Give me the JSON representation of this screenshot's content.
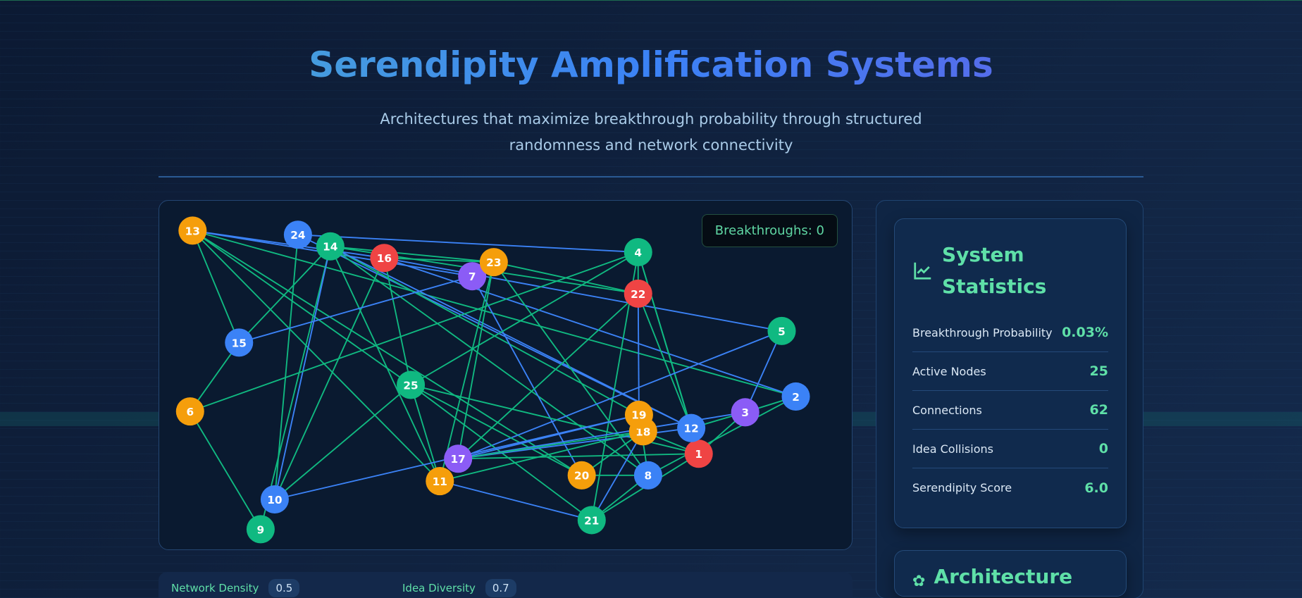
{
  "header": {
    "title": "Serendipity Amplification Systems",
    "subtitle": "Architectures that maximize breakthrough probability through structured randomness and network connectivity"
  },
  "network": {
    "breakthroughs_label": "Breakthroughs: 0",
    "colors": {
      "orange": "#f59e0b",
      "blue": "#3b82f6",
      "green": "#10b981",
      "red": "#ef4444",
      "purple": "#8b5cf6",
      "edge_green": "#10b981",
      "edge_blue": "#3b82f6"
    },
    "nodes": [
      {
        "id": "1",
        "color": "red"
      },
      {
        "id": "2",
        "color": "blue"
      },
      {
        "id": "3",
        "color": "purple"
      },
      {
        "id": "4",
        "color": "green"
      },
      {
        "id": "5",
        "color": "green"
      },
      {
        "id": "6",
        "color": "orange"
      },
      {
        "id": "7",
        "color": "purple"
      },
      {
        "id": "8",
        "color": "blue"
      },
      {
        "id": "9",
        "color": "green"
      },
      {
        "id": "10",
        "color": "blue"
      },
      {
        "id": "11",
        "color": "orange"
      },
      {
        "id": "12",
        "color": "blue"
      },
      {
        "id": "13",
        "color": "orange"
      },
      {
        "id": "14",
        "color": "green"
      },
      {
        "id": "15",
        "color": "blue"
      },
      {
        "id": "16",
        "color": "red"
      },
      {
        "id": "17",
        "color": "purple"
      },
      {
        "id": "18",
        "color": "orange"
      },
      {
        "id": "19",
        "color": "orange"
      },
      {
        "id": "20",
        "color": "orange"
      },
      {
        "id": "21",
        "color": "green"
      },
      {
        "id": "22",
        "color": "red"
      },
      {
        "id": "23",
        "color": "orange"
      },
      {
        "id": "24",
        "color": "blue"
      },
      {
        "id": "25",
        "color": "green"
      }
    ],
    "edges": [
      [
        "13",
        "15",
        "g"
      ],
      [
        "13",
        "25",
        "g"
      ],
      [
        "13",
        "20",
        "g"
      ],
      [
        "13",
        "2",
        "g"
      ],
      [
        "13",
        "11",
        "g"
      ],
      [
        "13",
        "16",
        "b"
      ],
      [
        "13",
        "7",
        "b"
      ],
      [
        "24",
        "4",
        "b"
      ],
      [
        "24",
        "12",
        "b"
      ],
      [
        "24",
        "10",
        "g"
      ],
      [
        "14",
        "15",
        "g"
      ],
      [
        "14",
        "9",
        "g"
      ],
      [
        "14",
        "10",
        "b"
      ],
      [
        "14",
        "11",
        "g"
      ],
      [
        "14",
        "8",
        "g"
      ],
      [
        "14",
        "23",
        "g"
      ],
      [
        "14",
        "22",
        "g"
      ],
      [
        "14",
        "19",
        "g"
      ],
      [
        "14",
        "12",
        "b"
      ],
      [
        "16",
        "25",
        "g"
      ],
      [
        "16",
        "10",
        "g"
      ],
      [
        "16",
        "23",
        "g"
      ],
      [
        "16",
        "5",
        "b"
      ],
      [
        "16",
        "2",
        "b"
      ],
      [
        "7",
        "15",
        "b"
      ],
      [
        "7",
        "20",
        "b"
      ],
      [
        "23",
        "17",
        "g"
      ],
      [
        "23",
        "11",
        "g"
      ],
      [
        "23",
        "22",
        "g"
      ],
      [
        "23",
        "8",
        "g"
      ],
      [
        "4",
        "25",
        "g"
      ],
      [
        "4",
        "6",
        "g"
      ],
      [
        "4",
        "22",
        "g"
      ],
      [
        "4",
        "12",
        "g"
      ],
      [
        "4",
        "1",
        "g"
      ],
      [
        "4",
        "21",
        "g"
      ],
      [
        "22",
        "19",
        "b"
      ],
      [
        "22",
        "17",
        "g"
      ],
      [
        "22",
        "12",
        "g"
      ],
      [
        "5",
        "17",
        "b"
      ],
      [
        "5",
        "3",
        "b"
      ],
      [
        "25",
        "10",
        "g"
      ],
      [
        "25",
        "11",
        "g"
      ],
      [
        "25",
        "1",
        "g"
      ],
      [
        "25",
        "20",
        "g"
      ],
      [
        "25",
        "21",
        "g"
      ],
      [
        "6",
        "15",
        "g"
      ],
      [
        "6",
        "9",
        "g"
      ],
      [
        "17",
        "3",
        "b"
      ],
      [
        "17",
        "12",
        "b"
      ],
      [
        "17",
        "19",
        "b"
      ],
      [
        "17",
        "1",
        "g"
      ],
      [
        "17",
        "18",
        "g"
      ],
      [
        "11",
        "18",
        "g"
      ],
      [
        "11",
        "21",
        "b"
      ],
      [
        "10",
        "19",
        "b"
      ],
      [
        "20",
        "18",
        "g"
      ],
      [
        "20",
        "8",
        "g"
      ],
      [
        "19",
        "8",
        "g"
      ],
      [
        "18",
        "21",
        "b"
      ],
      [
        "18",
        "1",
        "g"
      ],
      [
        "12",
        "3",
        "g"
      ],
      [
        "3",
        "2",
        "g"
      ],
      [
        "3",
        "1",
        "g"
      ],
      [
        "2",
        "8",
        "g"
      ],
      [
        "21",
        "8",
        "g"
      ],
      [
        "21",
        "1",
        "g"
      ]
    ]
  },
  "stats": {
    "title": "System Statistics",
    "icon": "chart-line-icon",
    "rows": [
      {
        "label": "Breakthrough Probability",
        "value": "0.03%"
      },
      {
        "label": "Active Nodes",
        "value": "25"
      },
      {
        "label": "Connections",
        "value": "62"
      },
      {
        "label": "Idea Collisions",
        "value": "0"
      },
      {
        "label": "Serendipity Score",
        "value": "6.0"
      }
    ]
  },
  "architecture": {
    "title": "Architecture",
    "icon": "gear-icon"
  },
  "metrics": [
    {
      "label": "Network Density",
      "value": "0.5"
    },
    {
      "label": "Idea Diversity",
      "value": "0.7"
    }
  ]
}
